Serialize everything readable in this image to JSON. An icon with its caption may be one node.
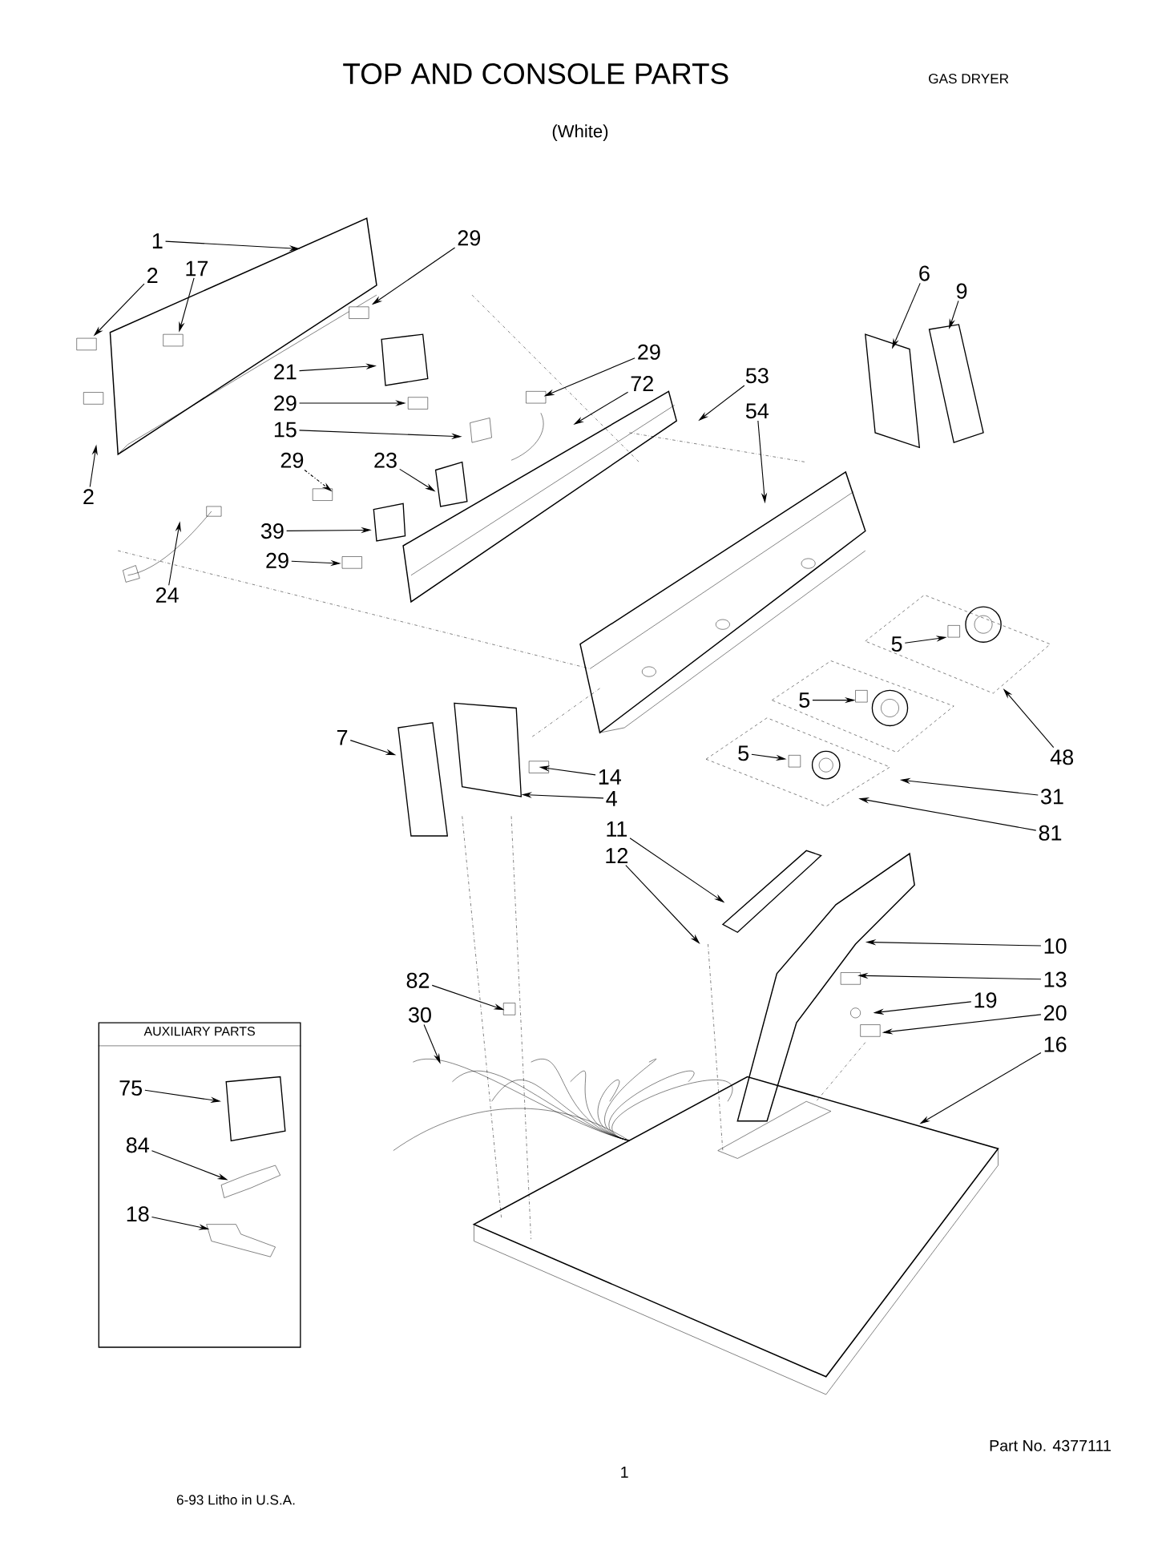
{
  "diagram": {
    "title": "TOP AND CONSOLE PARTS",
    "nodes": [
      {
        "text": [
          "1"
        ]
      },
      {
        "text": [
          "29"
        ]
      },
      {
        "text": [
          "2"
        ]
      },
      {
        "text": [
          "17"
        ]
      },
      {
        "text": [
          "6"
        ]
      },
      {
        "text": [
          "9"
        ]
      },
      {
        "text": [
          "21"
        ]
      },
      {
        "text": [
          "29"
        ]
      },
      {
        "text": [
          "53"
        ]
      },
      {
        "text": [
          "72"
        ]
      },
      {
        "text": [
          "29"
        ]
      },
      {
        "text": [
          "15"
        ]
      },
      {
        "text": [
          "54"
        ]
      },
      {
        "text": [
          "2"
        ]
      },
      {
        "text": [
          "29"
        ]
      },
      {
        "text": [
          "23"
        ]
      },
      {
        "text": [
          "39"
        ]
      },
      {
        "text": [
          "24"
        ]
      },
      {
        "text": [
          "29"
        ]
      },
      {
        "text": [
          "5"
        ]
      },
      {
        "text": [
          "48"
        ]
      },
      {
        "text": [
          "7"
        ]
      },
      {
        "text": [
          "5"
        ]
      },
      {
        "text": [
          "14"
        ]
      },
      {
        "text": [
          "5"
        ]
      },
      {
        "text": [
          "4"
        ]
      },
      {
        "text": [
          "31"
        ]
      },
      {
        "text": [
          "81"
        ]
      },
      {
        "text": [
          "11"
        ]
      },
      {
        "text": [
          "12"
        ]
      },
      {
        "text": [
          "10"
        ]
      },
      {
        "text": [
          "13"
        ]
      },
      {
        "text": [
          "82"
        ]
      },
      {
        "text": [
          "19"
        ]
      },
      {
        "text": [
          "20"
        ]
      },
      {
        "text": [
          "30"
        ]
      },
      {
        "text": [
          "16"
        ]
      },
      {
        "text": [
          "AUXILIARY PARTS"
        ]
      },
      {
        "text": [
          "75"
        ],
        "in": 37
      },
      {
        "text": [
          "84"
        ],
        "in": 37
      },
      {
        "text": [
          "18"
        ],
        "in": 37
      }
    ],
    "edges": [
      {
        "from": 0,
        "to": null,
        "arrow": "to"
      },
      {
        "from": 1,
        "to": null,
        "arrow": "to"
      },
      {
        "from": 2,
        "to": null,
        "arrow": "to"
      },
      {
        "from": 3,
        "to": null,
        "arrow": "to"
      },
      {
        "from": 4,
        "to": null,
        "arrow": "to"
      },
      {
        "from": 5,
        "to": null,
        "arrow": "to"
      },
      {
        "from": 6,
        "to": null,
        "arrow": "to"
      },
      {
        "from": 7,
        "to": null,
        "arrow": "to"
      },
      {
        "from": 8,
        "to": null,
        "arrow": "to"
      },
      {
        "from": 9,
        "to": null,
        "arrow": "to"
      },
      {
        "from": 10,
        "to": null,
        "arrow": "to"
      },
      {
        "from": 11,
        "to": null,
        "arrow": "to"
      },
      {
        "from": 12,
        "to": null,
        "arrow": "to"
      },
      {
        "from": 13,
        "to": null,
        "arrow": "to"
      },
      {
        "from": 14,
        "to": null,
        "arrow": "to",
        "style": "dashed"
      },
      {
        "from": 15,
        "to": null,
        "arrow": "to"
      },
      {
        "from": 16,
        "to": null,
        "arrow": "to"
      },
      {
        "from": 17,
        "to": null,
        "arrow": "to"
      },
      {
        "from": 18,
        "to": null,
        "arrow": "to"
      },
      {
        "from": 19,
        "to": null,
        "arrow": "to"
      },
      {
        "from": 20,
        "to": null,
        "arrow": "to"
      },
      {
        "from": 21,
        "to": null,
        "arrow": "to"
      },
      {
        "from": 22,
        "to": null,
        "arrow": "to"
      },
      {
        "from": 23,
        "to": null,
        "arrow": "to"
      },
      {
        "from": 24,
        "to": null,
        "arrow": "to"
      },
      {
        "from": 25,
        "to": null,
        "arrow": "to"
      },
      {
        "from": 26,
        "to": null,
        "arrow": "to"
      },
      {
        "from": 27,
        "to": null,
        "arrow": "to"
      },
      {
        "from": 28,
        "to": null,
        "arrow": "to"
      },
      {
        "from": 29,
        "to": null,
        "arrow": "to"
      },
      {
        "from": 30,
        "to": null,
        "arrow": "to"
      },
      {
        "from": 31,
        "to": null,
        "arrow": "to"
      },
      {
        "from": 32,
        "to": null,
        "arrow": "to"
      },
      {
        "from": 33,
        "to": null,
        "arrow": "to"
      },
      {
        "from": 34,
        "to": null,
        "arrow": "to"
      },
      {
        "from": 35,
        "to": null,
        "arrow": "to"
      },
      {
        "from": 36,
        "to": null,
        "arrow": "to"
      },
      {
        "from": 38,
        "to": null,
        "arrow": "to"
      },
      {
        "from": 39,
        "to": null,
        "arrow": "to"
      },
      {
        "from": 40,
        "to": null,
        "arrow": "to"
      }
    ],
    "labels": [
      "GAS DRYER",
      "(White)",
      "Part No. 4377111",
      "1",
      "6-93 Litho in U.S.A."
    ]
  }
}
